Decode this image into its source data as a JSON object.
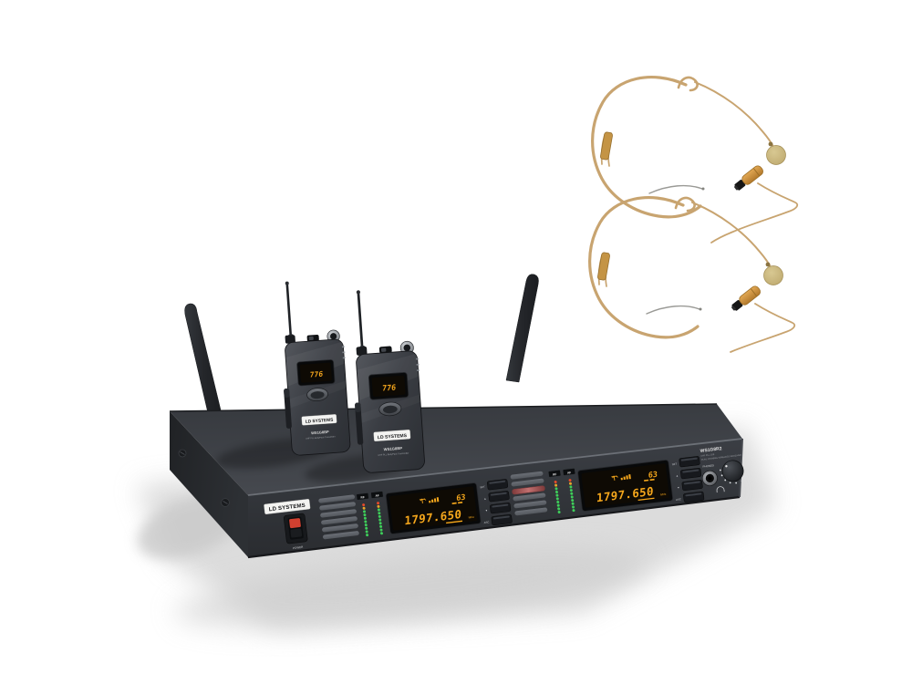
{
  "brand": {
    "name": "LD SYSTEMS"
  },
  "receiver": {
    "model": "WS1G8R2",
    "subtitle_line1": "UHF PLL 1G8",
    "subtitle_line2": "DUAL CHANNEL WIRELESS RECEIVER",
    "power_label": "POWER",
    "phones_label": "PHONES",
    "meter_labels": [
      "RF",
      "AF"
    ],
    "button_labels": [
      "SET",
      "▲",
      "▼",
      "ASC"
    ],
    "channels": [
      {
        "frequency": "1797.650",
        "unit": "MHz",
        "group_channel": "63"
      },
      {
        "frequency": "1797.650",
        "unit": "MHz",
        "group_channel": "63"
      }
    ]
  },
  "bodypacks": [
    {
      "model": "WS1G8BP",
      "type_label": "UHF PLL BodyPack Transmitter",
      "display_value": "776"
    },
    {
      "model": "WS1G8BP",
      "type_label": "UHF PLL BodyPack Transmitter",
      "display_value": "776"
    }
  ],
  "colors": {
    "background": "#ffffff",
    "chassis": "#33363b",
    "lcd_amber": "#f7a81c",
    "led_green": "#3ecf5a",
    "led_red": "#e84a2a",
    "ir_window": "#a85555",
    "power_led_red": "#d04030",
    "headset_tan": "#c8a470",
    "connector_orange": "#d29040"
  }
}
